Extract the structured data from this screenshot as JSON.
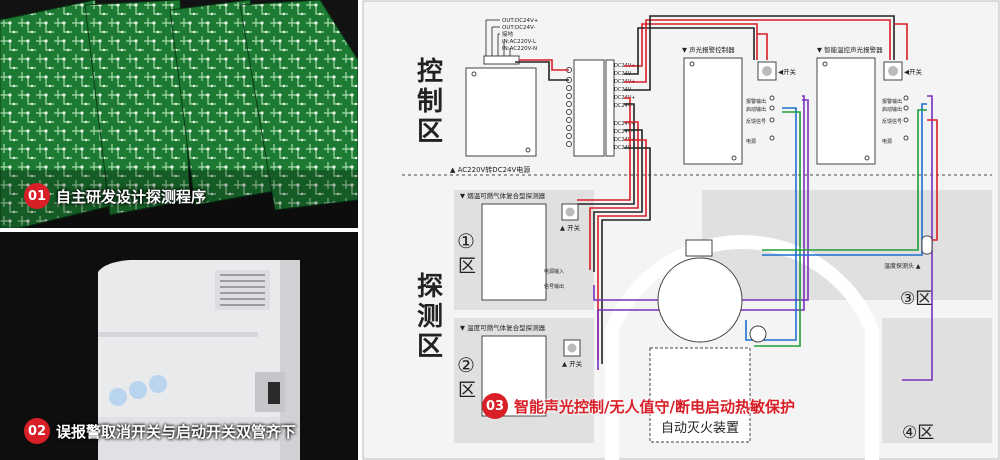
{
  "features": [
    {
      "num": "01",
      "text": "自主研发设计探测程序"
    },
    {
      "num": "02",
      "text": "误报警取消开关与启动开关双管齐下"
    },
    {
      "num": "03",
      "text": "智能声光控制/无人值守/断电启动热敏保护"
    }
  ],
  "diagram": {
    "control_zone": {
      "line1": "控",
      "line2": "制",
      "line3": "区"
    },
    "detect_zone": {
      "line1": "探",
      "line2": "测",
      "line3": "区"
    },
    "power_inputs": [
      "OUT:DC24V+",
      "OUT:DC24V-",
      "接地",
      "IN:AC220V-L",
      "IN:AC220V-N"
    ],
    "power_supply_label": "▲ AC220V转DC24V电源",
    "terminal_labels": [
      "DC24V+",
      "DC24V-",
      "DC24V+",
      "DC24V-",
      "DC24V+",
      "DC24V-",
      "DC24V+",
      "DC24V-",
      "DC24V+",
      "DC24V-"
    ],
    "alarm_controller_label": "▼ 声光报警控制器",
    "smart_alarm_label": "▼ 智能温控声光报警器",
    "switch_label": "◀开关",
    "controller_port_labels": [
      "报警输出",
      "启动输出",
      "反馈信号",
      "电源"
    ],
    "detector1_label": "▼ 烟温可燃气体复合型探测器",
    "detector2_label": "▼ 温度可燃气体复合型探测器",
    "detector_ports": [
      "电源输入",
      "信号输出"
    ],
    "detector_switch": "▲ 开关",
    "zone1": {
      "num": "①",
      "text": "区"
    },
    "zone2": {
      "num": "②",
      "text": "区"
    },
    "zone3": "③区",
    "zone4": "④区",
    "temp_probe_label": "温度探测头 ▲",
    "extinguisher_label": "自动灭火装置"
  }
}
